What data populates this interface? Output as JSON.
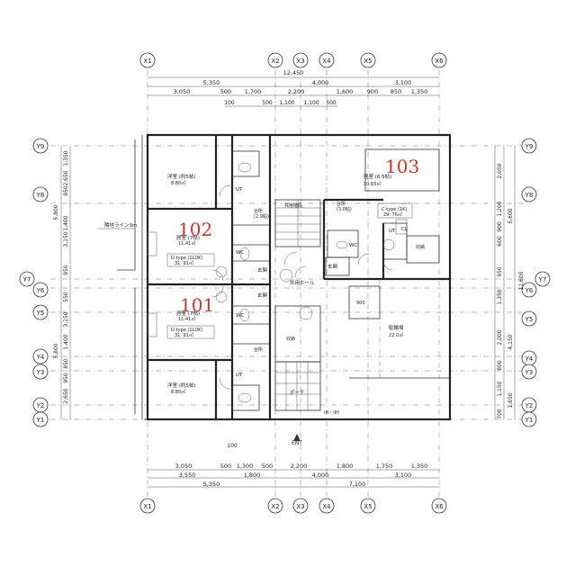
{
  "grid": {
    "x": [
      "X1",
      "X2",
      "X3",
      "X4",
      "X5",
      "X6"
    ],
    "y": [
      "Y9",
      "Y8",
      "Y7",
      "Y6",
      "Y5",
      "Y4",
      "Y3",
      "Y2",
      "Y1"
    ]
  },
  "dims_top": {
    "total": "12,450",
    "row1": [
      "5,350",
      "4,000",
      "3,100"
    ],
    "row2": [
      "3,050",
      "500",
      "1,700",
      "2,200",
      "1,600",
      "900",
      "850",
      "1,350"
    ],
    "row3": [
      "100",
      "500",
      "1,100",
      "1,100",
      "500"
    ]
  },
  "dims_bottom": {
    "row1": [
      "3,050",
      "500",
      "1,300",
      "500",
      "2,200",
      "1,800",
      "1,750",
      "1,350"
    ],
    "row2": [
      "3,550",
      "1,800",
      "4,000",
      "3,100"
    ],
    "row3": [
      "5,350",
      "7,100"
    ],
    "offset": "100"
  },
  "dims_left": {
    "outer": [
      "5,800",
      "5,800"
    ],
    "inner": [
      "1,350",
      "2,650",
      "850",
      "1,400",
      "3,150",
      "950",
      "550",
      "3,150",
      "1,400",
      "850",
      "950",
      "2,650"
    ]
  },
  "dims_right": {
    "outer": [
      "5,600",
      "11,600",
      "4,150"
    ],
    "inner": [
      "2,050",
      "1,200",
      "900",
      "600",
      "950",
      "1,350",
      "2,000",
      "800",
      "1,150",
      "700",
      "1,650"
    ]
  },
  "rooms": {
    "r1": "洋室 (約5帖)",
    "r1a": "8.80㎡",
    "r2": "居室 (7帖)",
    "r2a": "11.41㎡",
    "r2t": "D-type (1LDK)",
    "r2ta": "31. 91㎡",
    "r3": "居室 (7帖)",
    "r3a": "11.41㎡",
    "r3t": "D-type (1LDK)",
    "r3ta": "31. 91㎡",
    "r4": "洋室 (約5帖)",
    "r4a": "8.80㎡",
    "r5": "居室 (6.5帖)",
    "r5a": "10.63㎡",
    "r5t": "C-type (1K)",
    "r5ta": "29. 76㎡",
    "kitchen": "台所",
    "kitchen_a": "(2.9帖)",
    "ut": "UT",
    "wc": "WC",
    "entry": "玄関",
    "hall": "共用ホール",
    "stairs": "共用階段",
    "bike": "駐輪場",
    "bike_a": "22.0㎡",
    "storage": "収納",
    "cl": "CL",
    "dining": "台所",
    "dining_a": "(3.0帖)",
    "gutter": "ポーチ",
    "entrance": "ENT",
    "boundary": "隣地ライン3m",
    "nine": "900",
    "misc": "IH・IIH"
  },
  "units": [
    "102",
    "101",
    "103"
  ]
}
